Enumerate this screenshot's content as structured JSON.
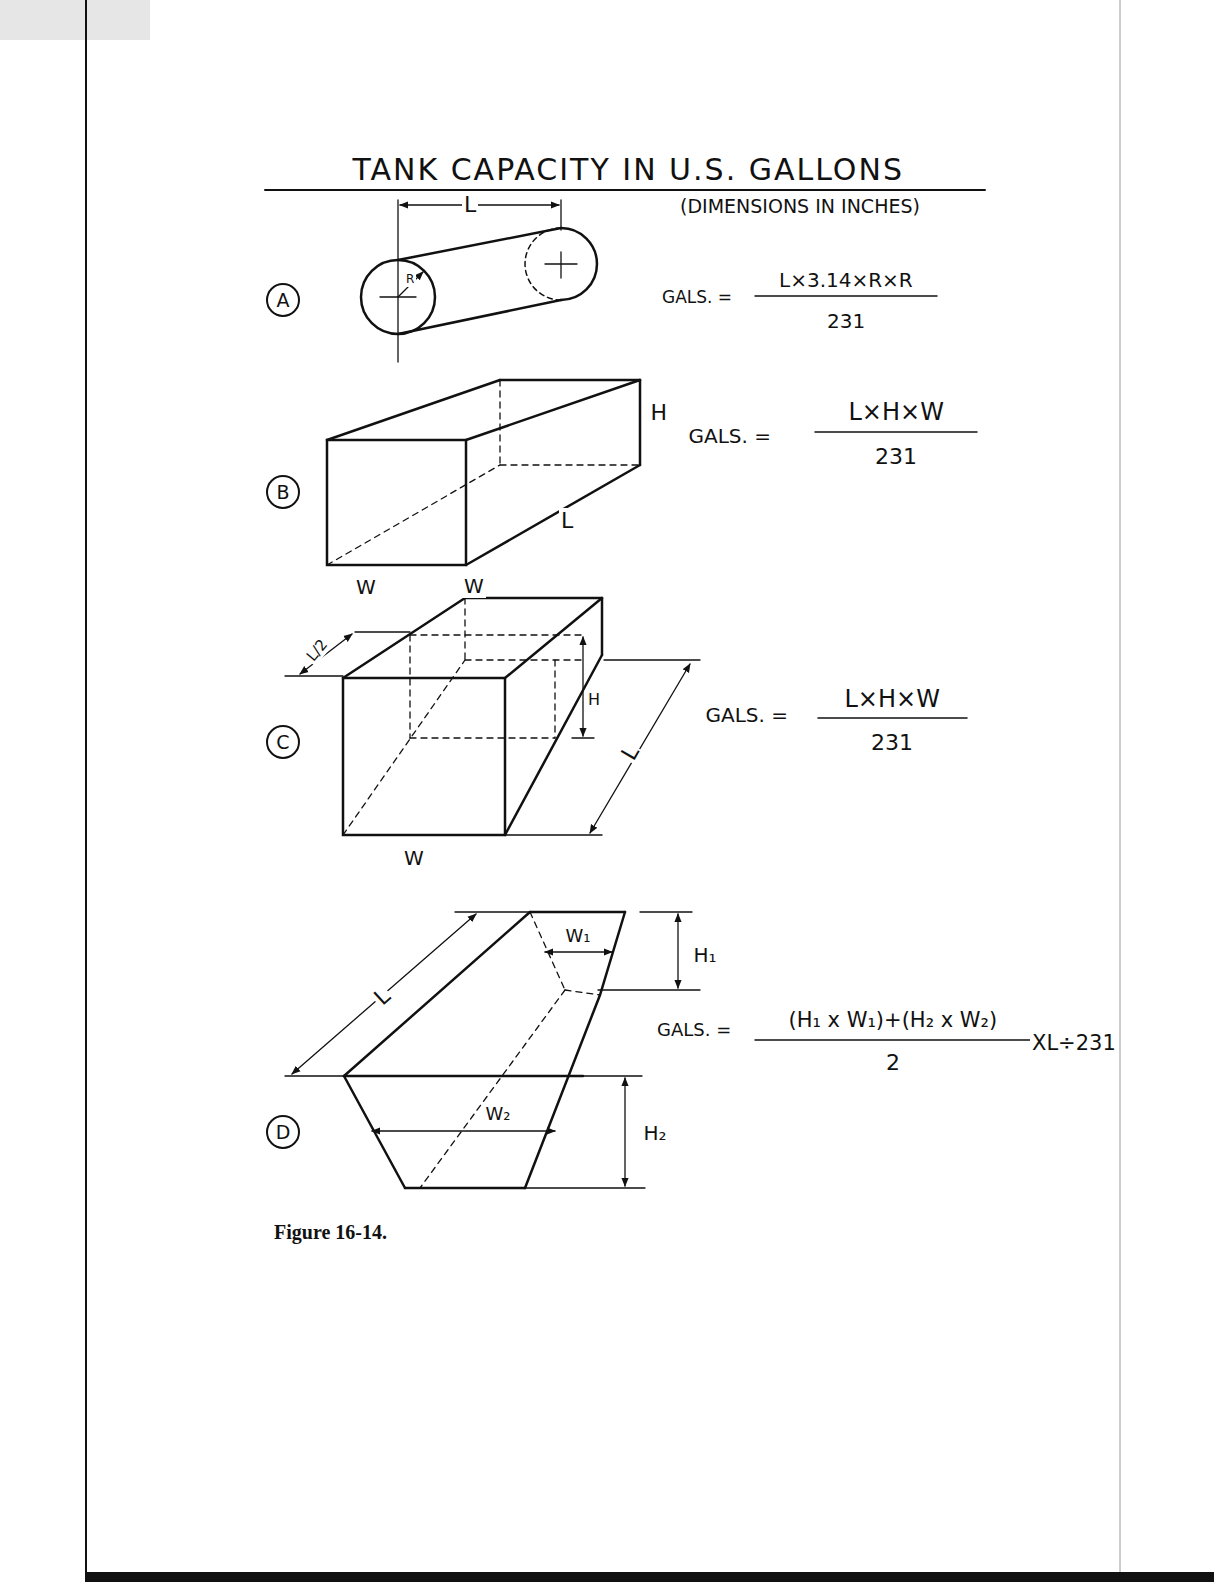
{
  "diagram": {
    "title": "TANK CAPACITY IN U.S. GALLONS",
    "caption": "Figure 16-14.",
    "nodes": [
      {
        "text": [
          "A"
        ]
      },
      {
        "text": [
          "B"
        ]
      },
      {
        "text": [
          "C"
        ]
      },
      {
        "text": [
          "D"
        ]
      }
    ],
    "labels": [
      "(DIMENSIONS IN INCHES)",
      "L",
      "R",
      "GALS. =",
      "L×3.14×R×R",
      "231",
      "H",
      "L",
      "W",
      "GALS. =",
      "L×H×W",
      "231",
      "W",
      "L/2",
      "H",
      "L",
      "W",
      "GALS. =",
      "L×H×W",
      "231",
      "W₁",
      "H₁",
      "L",
      "W₂",
      "H₂",
      "GALS. =",
      "(H₁ x W₁)+(H₂ x W₂)",
      "2",
      "XL÷231"
    ]
  }
}
